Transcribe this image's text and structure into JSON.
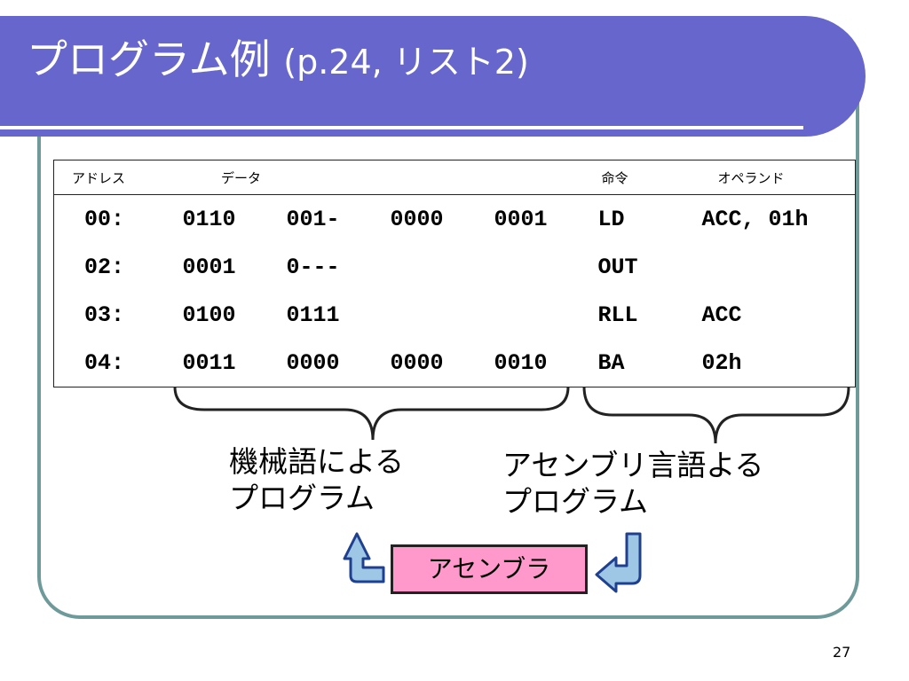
{
  "title": {
    "main": "プログラム例",
    "paren": "(p.24, リスト2)"
  },
  "table": {
    "headers": {
      "address": "アドレス",
      "data": "データ",
      "opcode": "命令",
      "operand": "オペランド"
    },
    "rows": [
      {
        "addr": "00:",
        "d": [
          "0110",
          "001-",
          "0000",
          "0001"
        ],
        "op": "LD",
        "opr": "ACC, 01h"
      },
      {
        "addr": "02:",
        "d": [
          "0001",
          "0---",
          "",
          ""
        ],
        "op": "OUT",
        "opr": ""
      },
      {
        "addr": "03:",
        "d": [
          "0100",
          "0111",
          "",
          ""
        ],
        "op": "RLL",
        "opr": "ACC"
      },
      {
        "addr": "04:",
        "d": [
          "0011",
          "0000",
          "0000",
          "0010"
        ],
        "op": "BA",
        "opr": "02h"
      }
    ]
  },
  "labels": {
    "machine_line1": "機械語による",
    "machine_line2": "プログラム",
    "asm_line1": "アセンブリ言語よる",
    "asm_line2": "プログラム"
  },
  "assembler": "アセンブラ",
  "slide_number": "27",
  "colors": {
    "title_bar": "#6666cc",
    "frame": "#6f9a9a",
    "assembler_box": "#ff99cc",
    "arrow_fill": "#9ec7e6",
    "arrow_stroke": "#1f3f8f"
  }
}
